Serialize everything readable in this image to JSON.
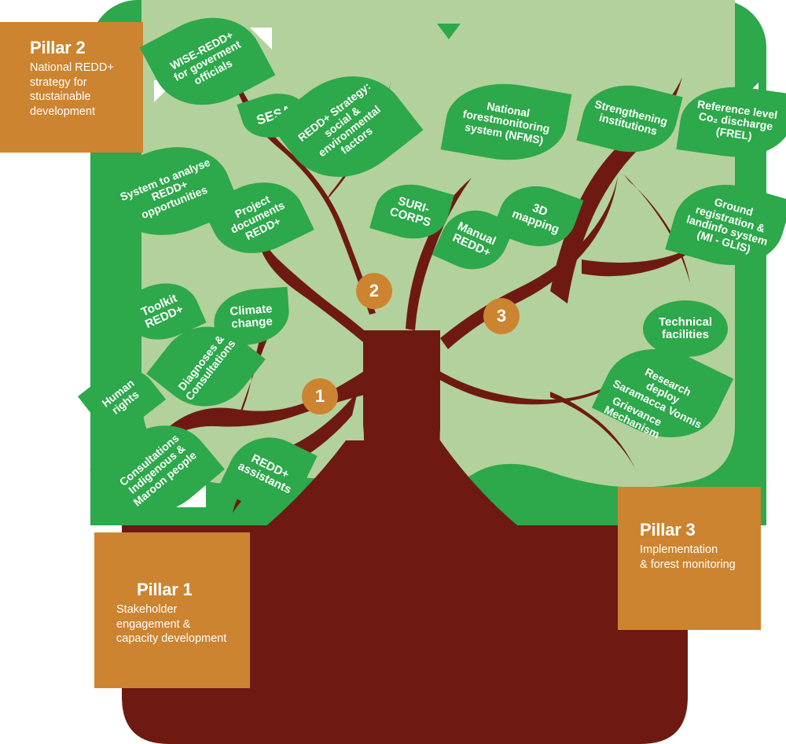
{
  "palette": {
    "canopy_outer": "#2da84a",
    "canopy_inner": "#b3d19c",
    "trunk": "#6e1a13",
    "accent_orange": "#cd8430",
    "leaf_green": "#2da84a",
    "text_white": "#ffffff"
  },
  "pillars": [
    {
      "id": "pillar-1",
      "title": "Pillar 1",
      "subtitle": "Stakeholder\nengagement &\ncapacity development"
    },
    {
      "id": "pillar-2",
      "title": "Pillar 2",
      "subtitle": "National REDD+\nstrategy for\nstustainable\ndevelopment"
    },
    {
      "id": "pillar-3",
      "title": "Pillar 3",
      "subtitle": "Implementation\n& forest monitoring"
    }
  ],
  "markers": [
    {
      "id": "marker-1",
      "label": "1"
    },
    {
      "id": "marker-2",
      "label": "2"
    },
    {
      "id": "marker-3",
      "label": "3"
    }
  ],
  "leaves": [
    {
      "id": "leaf-wise-redd",
      "label": "WISE-REDD+\nfor goverment\nofficials"
    },
    {
      "id": "leaf-sesa",
      "label": "SESA"
    },
    {
      "id": "leaf-redd-strategy",
      "label": "REDD+ Strategy:\nsocial &\nenvironmental factors"
    },
    {
      "id": "leaf-nfms",
      "label": "National\nforestmonitoring\nsystem (NFMS)"
    },
    {
      "id": "leaf-strengthening",
      "label": "Strengthening\ninstitutions"
    },
    {
      "id": "leaf-frel",
      "label": "Reference level\nCo₂ discharge\n(FREL)"
    },
    {
      "id": "leaf-system-analyse",
      "label": "System to analyse\nREDD+\nopportunities"
    },
    {
      "id": "leaf-project-docs",
      "label": "Project\ndocuments\nREDD+"
    },
    {
      "id": "leaf-suri-corps",
      "label": "SURI-\nCORPS"
    },
    {
      "id": "leaf-manual-redd",
      "label": "Manual\nREDD+"
    },
    {
      "id": "leaf-3d-mapping",
      "label": "3D\nmapping"
    },
    {
      "id": "leaf-ground-reg",
      "label": "Ground\nregistration &\nlandinfo system\n(MI - GLIS)"
    },
    {
      "id": "leaf-toolkit",
      "label": "Toolkit\nREDD+"
    },
    {
      "id": "leaf-climate-change",
      "label": "Climate\nchange"
    },
    {
      "id": "leaf-diagnoses",
      "label": "Diagnoses &\nConsultations"
    },
    {
      "id": "leaf-human-rights",
      "label": "Human\nrights"
    },
    {
      "id": "leaf-consultations",
      "label": "Consultations\nIndigenous &\nMaroon people"
    },
    {
      "id": "leaf-redd-assistants",
      "label": "REDD+\nassistants"
    },
    {
      "id": "leaf-technical",
      "label": "Technical\nfacilities"
    },
    {
      "id": "leaf-research",
      "label": "Research\ndeploy\nSaramacca Vonnis"
    },
    {
      "id": "leaf-grievance",
      "label": "Grievance\nMechanism"
    }
  ]
}
